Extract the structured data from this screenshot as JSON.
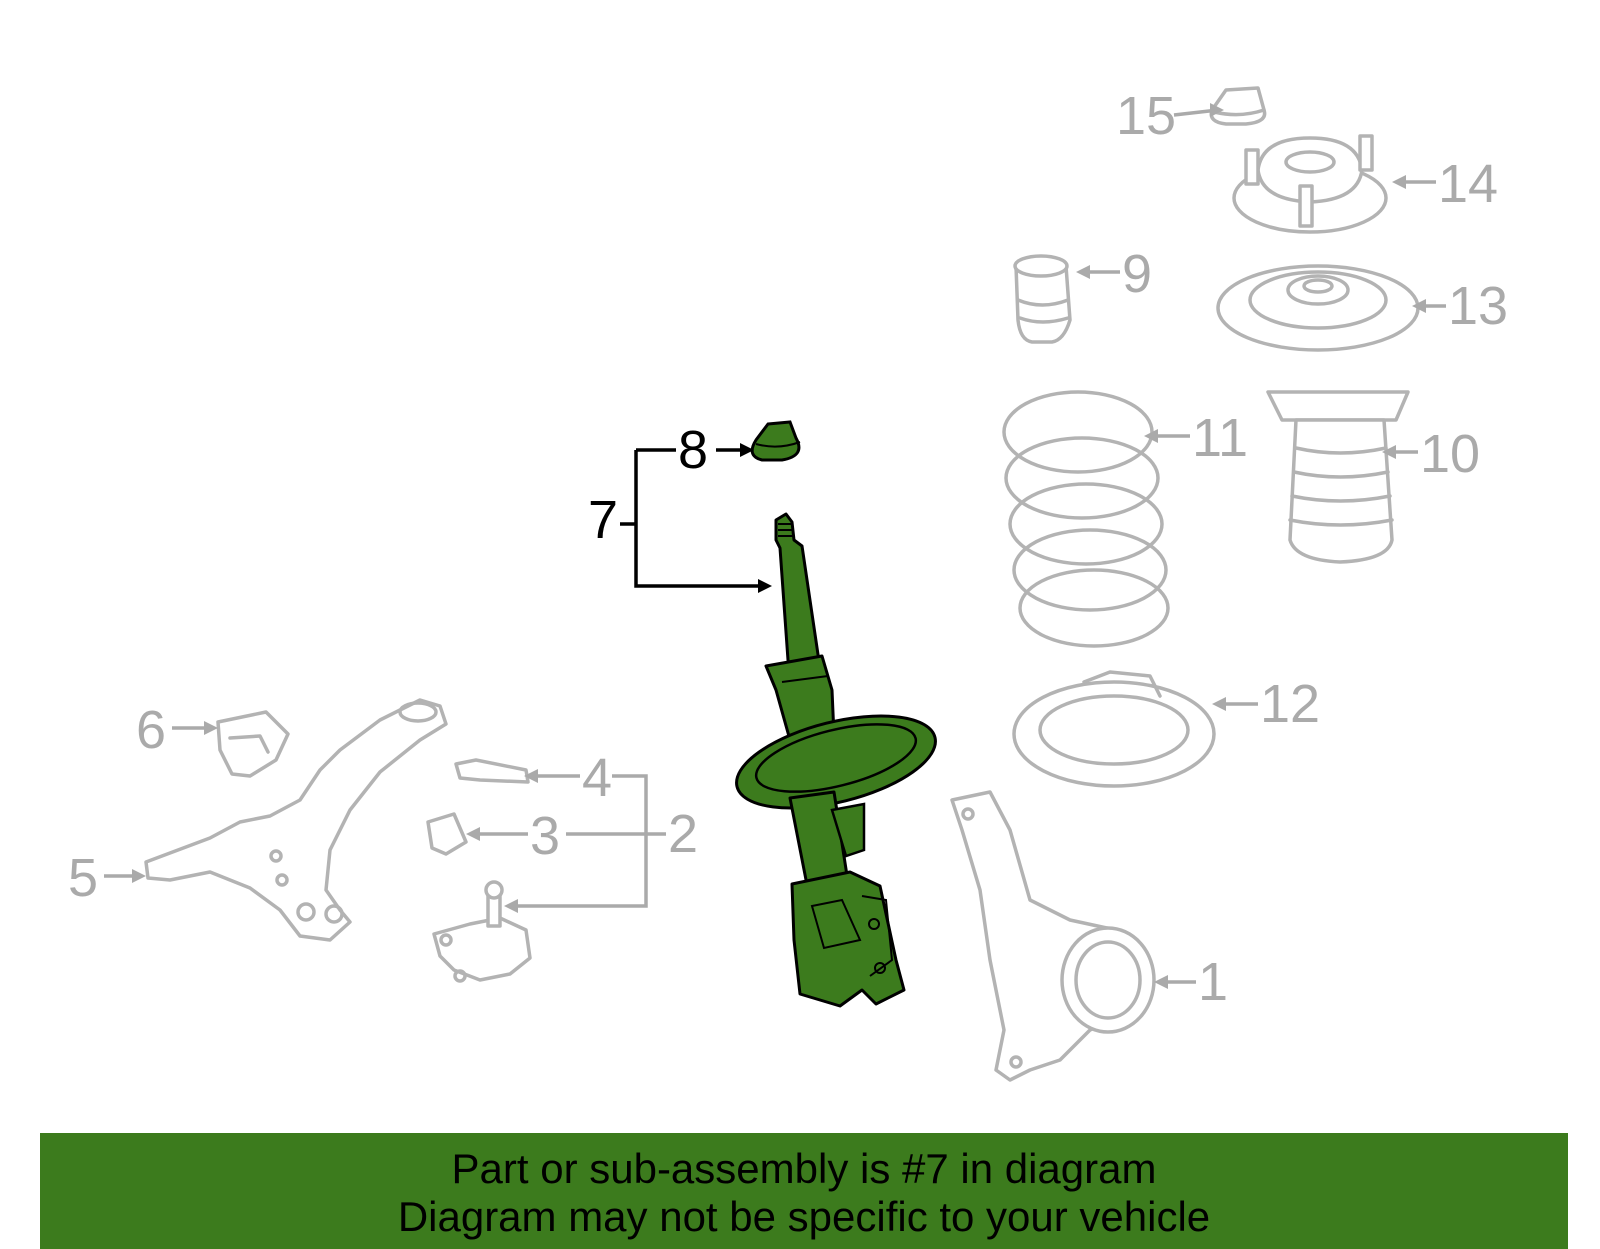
{
  "callouts": {
    "c1": "1",
    "c2": "2",
    "c3": "3",
    "c4": "4",
    "c5": "5",
    "c6": "6",
    "c7": "7",
    "c8": "8",
    "c9": "9",
    "c10": "10",
    "c11": "11",
    "c12": "12",
    "c13": "13",
    "c14": "14",
    "c15": "15"
  },
  "colors": {
    "highlight": "#3c7b1d",
    "outline": "#b3b3b3",
    "callout_gray": "#aaaaaa"
  },
  "banner": {
    "line1": "Part or sub-assembly is #7 in diagram",
    "line2": "Diagram may not be specific to your vehicle"
  }
}
